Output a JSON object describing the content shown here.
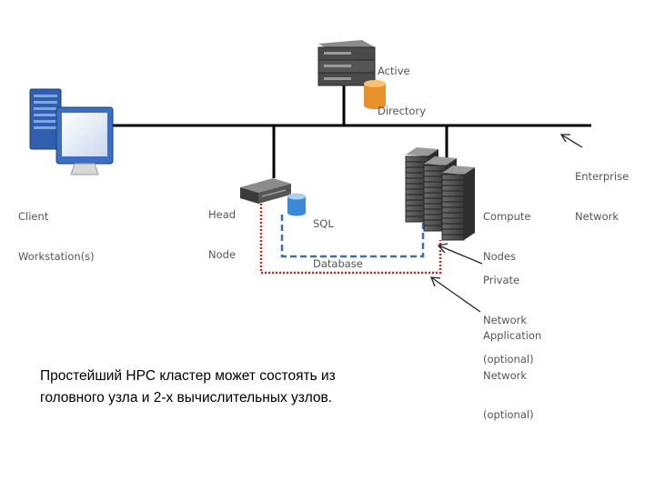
{
  "diagram": {
    "labels": {
      "active_directory": [
        "Active",
        "Directory"
      ],
      "client_workstation": [
        "Client",
        "Workstation(s)"
      ],
      "head_node": [
        "Head",
        "Node"
      ],
      "sql_database": [
        "SQL",
        "Database"
      ],
      "compute_nodes": [
        "Compute",
        "Nodes"
      ],
      "enterprise_network": [
        "Enterprise",
        "Network"
      ],
      "private_network": [
        "Private",
        "Network",
        "(optional)"
      ],
      "application_network": [
        "Application",
        "Network",
        "(optional)"
      ]
    },
    "icons": {
      "active_directory_server": "server-stack-icon",
      "directory_database": "database-cylinder-icon",
      "client_workstation": "desktop-computer-icon",
      "head_node_server": "server-icon",
      "sql_database": "database-cylinder-icon",
      "compute_nodes": "server-rack-icon"
    },
    "colors": {
      "enterprise_line": "#000000",
      "private_network_line": "#3b6fb0",
      "application_network_line": "#e02020",
      "database_orange": "#f0a030",
      "database_blue": "#4a9ee0",
      "workstation_blue": "#3a6fc4"
    }
  },
  "caption": {
    "lines": [
      "Простейший HPC кластер может состоять из",
      "головного узла и 2-х вычислительных узлов."
    ]
  }
}
